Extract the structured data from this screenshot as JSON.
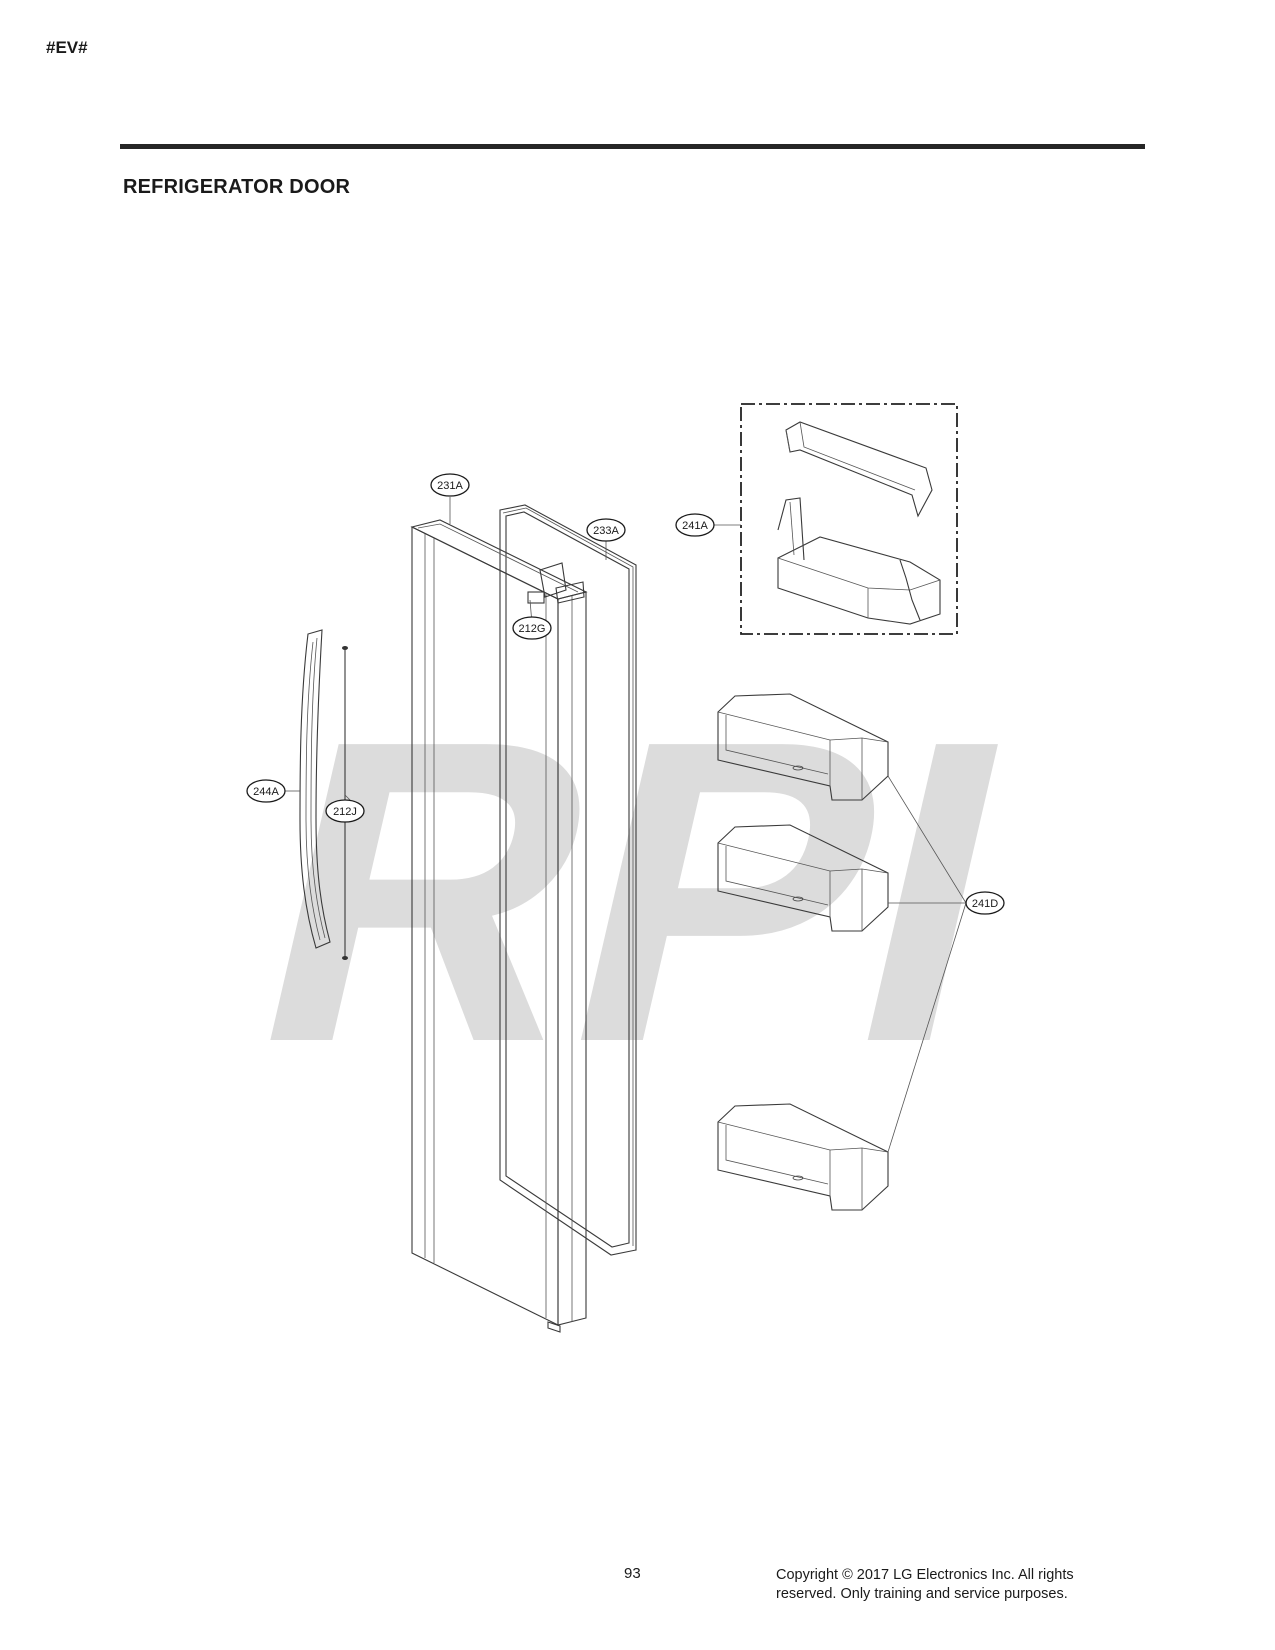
{
  "header": {
    "doc_code": "#EV#",
    "section_title": "REFRIGERATOR DOOR"
  },
  "watermark": {
    "text": "RPI",
    "color": "#dcdcdc"
  },
  "callouts": {
    "c231A": "231A",
    "c233A": "233A",
    "c212G": "212G",
    "c244A": "244A",
    "c212J": "212J",
    "c241A": "241A",
    "c241D": "241D"
  },
  "footer": {
    "page_number": "93",
    "copyright": "Copyright © 2017 LG Electronics Inc. All rights reserved. Only training and service purposes."
  }
}
